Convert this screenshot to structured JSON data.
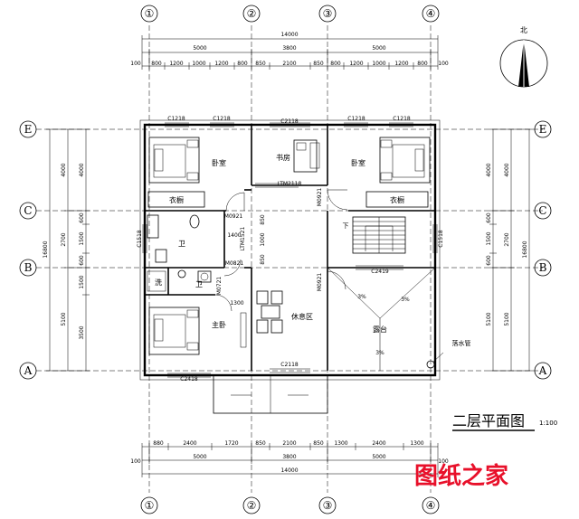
{
  "title": "二层平面图",
  "scale": "1:100",
  "north": "北",
  "watermark": "图纸之家",
  "axes": {
    "top": [
      "①",
      "②",
      "③",
      "④"
    ],
    "bottom": [
      "①",
      "②",
      "③",
      "④"
    ],
    "left": [
      "E",
      "C",
      "B",
      "A"
    ],
    "right": [
      "E",
      "C",
      "B",
      "A"
    ]
  },
  "dims": {
    "total": "14000",
    "bays": [
      "5000",
      "3800",
      "5000"
    ],
    "edge": "100",
    "top_detail": [
      "800",
      "1200",
      "1000",
      "1200",
      "800",
      "850",
      "2100",
      "850",
      "800",
      "1200",
      "1000",
      "1200",
      "800"
    ],
    "bottom_detail": [
      "880",
      "2400",
      "1720",
      "850",
      "2100",
      "850",
      "1300",
      "2400",
      "1300"
    ],
    "depth_total": "16800",
    "depths": [
      "4000",
      "2700",
      "5100"
    ],
    "left_detail": [
      "4000",
      "600",
      "1500",
      "600",
      "1500",
      "3500"
    ],
    "right_detail": [
      "600",
      "1500",
      "600"
    ]
  },
  "rooms": {
    "bedroom": "卧室",
    "study": "书房",
    "wardrobe": "衣橱",
    "bath": "卫",
    "laundry": "洗",
    "master": "主卧",
    "lounge": "休息区",
    "terrace": "露台",
    "down": "下",
    "downpipe": "落水管"
  },
  "codes": {
    "c1218": "C1218",
    "c2118": "C2118",
    "c2418": "C2418",
    "c2419": "C2419",
    "c1518": "C1518",
    "m0921": "M0921",
    "m0821": "M0821",
    "m0721": "M0721",
    "ltm": "LTM2118",
    "ltm_b": "LTM1521"
  },
  "inner": {
    "d1400": "1400",
    "d1300": "1300",
    "d850": "850",
    "d1000": "1000",
    "slope": "3%"
  }
}
